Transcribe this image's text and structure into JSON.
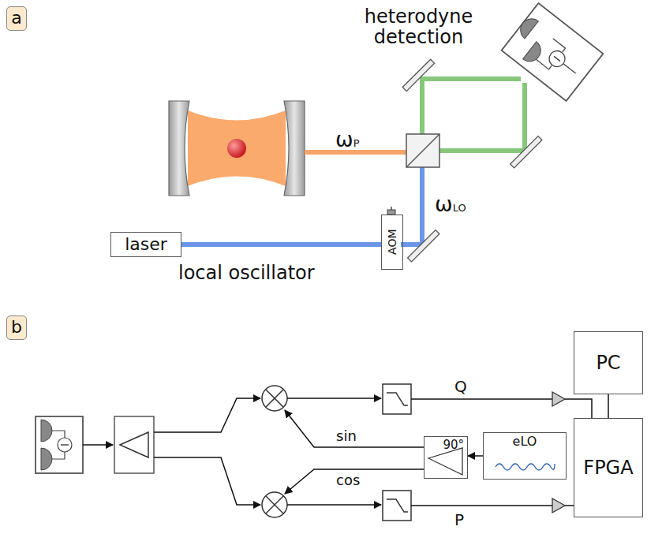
{
  "diagram": {
    "nodes": [
      {
        "text": [
          "a"
        ]
      },
      {
        "text": [
          "heterodyne detection"
        ]
      },
      {
        "text": [
          "laser"
        ]
      },
      {
        "text": [
          "AOM"
        ]
      },
      {
        "text": [
          "b"
        ]
      },
      {
        "text": [
          "PC"
        ]
      },
      {
        "text": [
          "90°"
        ]
      },
      {
        "text": [
          "eLO"
        ]
      },
      {
        "text": [
          "FPGA"
        ]
      }
    ],
    "edges": [
      {
        "from": 2,
        "to": 3,
        "arrow": "none"
      },
      {
        "from": 7,
        "to": 6,
        "arrow": "to"
      },
      {
        "from": 5,
        "to": 8,
        "arrow": "none"
      }
    ],
    "labels": [
      "ωP",
      "ωLO",
      "local oscillator",
      "sin",
      "cos",
      "Q",
      "P"
    ]
  }
}
